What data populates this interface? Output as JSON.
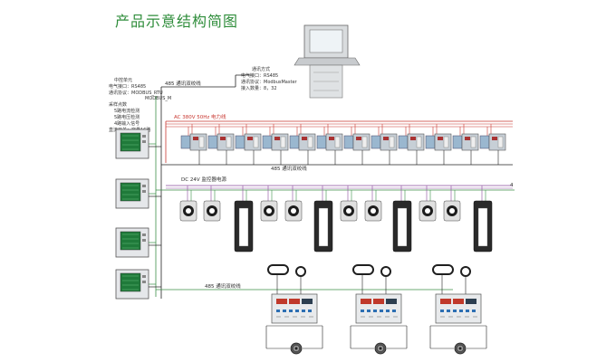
{
  "title": "产品示意结构简图",
  "monitor_spec": {
    "lines": [
      "中控单元",
      "电气接口：RS485",
      "通讯协议：MODBUS_RTU",
      "MODBUS_M",
      "采样点数",
      "5路电流检测",
      "5路电压检测",
      "4路输入信号",
      "直流开关：容量16路"
    ]
  },
  "pc_spec": {
    "lines": [
      "通讯方式",
      "电气接口：RS485",
      "通讯协议：ModbusMaster",
      "接入数量：8，32"
    ]
  },
  "labels": {
    "bus_top": "485 通讯双绞线",
    "ac_line": "AC 380V 50Hz 电力线",
    "bus_mid": "485 通讯双绞线",
    "dc_line": "DC 24V 监控器电源",
    "bus_bottom": "485 通讯双绞线",
    "right_marker": "4"
  },
  "colors": {
    "title": "#2f8d3b",
    "red_line": "#c8362f",
    "green_line": "#3c8f48",
    "purple_line": "#8a4a9c",
    "black_line": "#222222"
  }
}
